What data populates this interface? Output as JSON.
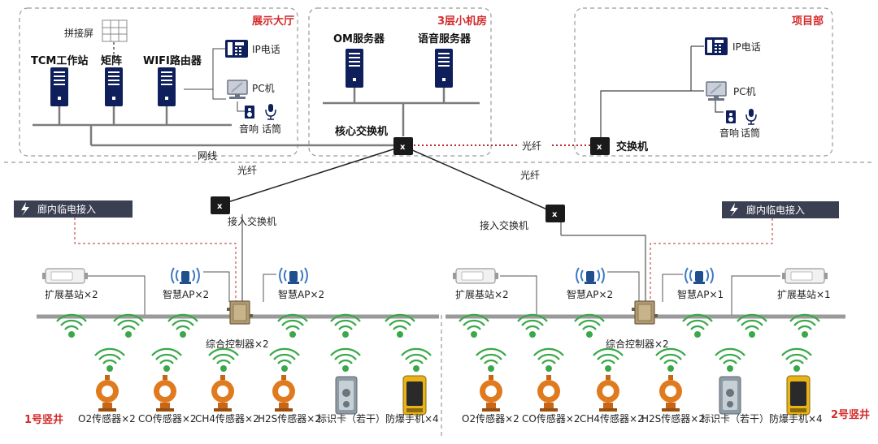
{
  "zones": {
    "hall": "展示大厅",
    "room": "3层小机房",
    "project": "项目部"
  },
  "hall": {
    "splice_screen": "拼接屏",
    "tcm": "TCM工作站",
    "matrix": "矩阵",
    "wifi": "WIFI路由器",
    "ip_phone": "IP电话",
    "pc": "PC机",
    "speaker": "音响",
    "mic": "话筒"
  },
  "room": {
    "om": "OM服务器",
    "voice": "语音服务器",
    "core_switch": "核心交换机"
  },
  "project": {
    "ip_phone": "IP电话",
    "pc": "PC机",
    "speaker": "音响",
    "mic": "话筒",
    "switch": "交换机"
  },
  "links": {
    "fiber_top": "光纤",
    "cable": "网线",
    "fiber_left": "光纤",
    "fiber_right": "光纤"
  },
  "switch_mark": "x",
  "shaft1": {
    "name": "1号竖井",
    "power": "廊内临电接入",
    "access": "接入交换机",
    "ext": "扩展基站×2",
    "ap_left": "智慧AP×2",
    "ap_right": "智慧AP×2",
    "controller": "综合控制器×2",
    "sensors": [
      "O2传感器×2",
      "CO传感器×2",
      "CH4传感器×2",
      "H2S传感器×2",
      "标识卡（若干）",
      "防爆手机×4"
    ]
  },
  "shaft2": {
    "name": "2号竖井",
    "power": "廊内临电接入",
    "access": "接入交换机",
    "ext_left": "扩展基站×2",
    "ap_left": "智慧AP×2",
    "ap_right": "智慧AP×1",
    "ext_right": "扩展基站×1",
    "controller": "综合控制器×2",
    "sensors": [
      "O2传感器×2",
      "CO传感器×2",
      "CH4传感器×2",
      "H2S传感器×2",
      "标识卡（若干）",
      "防爆手机×4"
    ]
  },
  "colors": {
    "server": "#0e1f5c",
    "gray_line": "#8a8a8a",
    "fiber_red": "#c0282d",
    "wifi_green": "#3aa84a",
    "sensor_orange": "#e07a1e",
    "label_red": "#d42a2a",
    "banner": "#3a3f52"
  }
}
